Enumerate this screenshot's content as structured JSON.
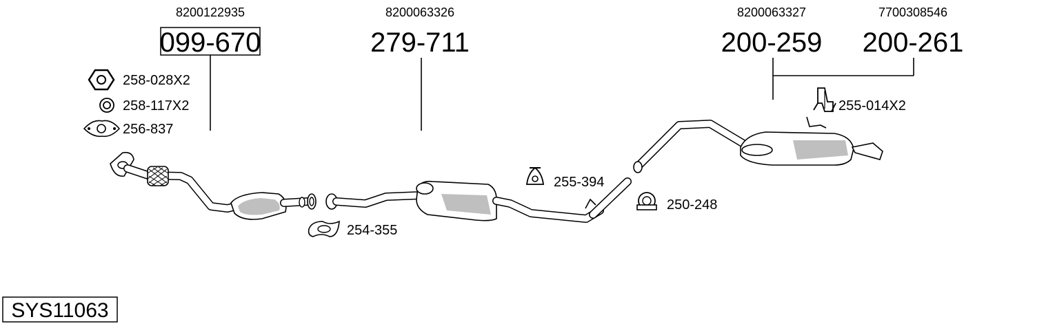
{
  "system": {
    "code": "SYS11063"
  },
  "parts": {
    "front_pipe": {
      "oem": "8200122935",
      "number": "099-670"
    },
    "middle_silencer": {
      "oem": "8200063326",
      "number": "279-711"
    },
    "rear_silencer_a": {
      "oem": "8200063327",
      "number": "200-259"
    },
    "rear_silencer_b": {
      "oem": "7700308546",
      "number": "200-261"
    }
  },
  "accessories": {
    "nut": "258-028X2",
    "ring": "258-117X2",
    "gasket": "256-837",
    "clamp_front": "254-355",
    "hanger_mid": "255-394",
    "clamp_rear": "250-248",
    "hanger_rear": "255-014X2"
  }
}
